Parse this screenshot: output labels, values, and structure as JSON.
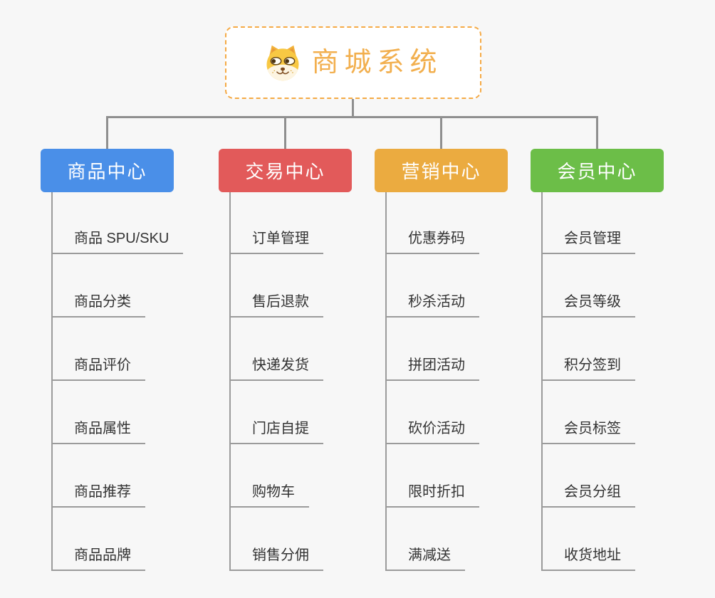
{
  "root": {
    "title": "商城系统",
    "icon": "doge-face-icon"
  },
  "branches": [
    {
      "label": "商品中心",
      "color": "#4a8fe8",
      "items": [
        "商品 SPU/SKU",
        "商品分类",
        "商品评价",
        "商品属性",
        "商品推荐",
        "商品品牌"
      ]
    },
    {
      "label": "交易中心",
      "color": "#e25a5a",
      "items": [
        "订单管理",
        "售后退款",
        "快递发货",
        "门店自提",
        "购物车",
        "销售分佣"
      ]
    },
    {
      "label": "营销中心",
      "color": "#ebab40",
      "items": [
        "优惠券码",
        "秒杀活动",
        "拼团活动",
        "砍价活动",
        "限时折扣",
        "满减送"
      ]
    },
    {
      "label": "会员中心",
      "color": "#6cbe48",
      "items": [
        "会员管理",
        "会员等级",
        "积分签到",
        "会员标签",
        "会员分组",
        "收货地址"
      ]
    }
  ],
  "colors": {
    "background": "#f7f7f7",
    "connector": "#8f8f8f",
    "leaf_line": "#9b9b9b",
    "root_border": "#f5aa45",
    "root_text": "#f2af4e",
    "leaf_text": "#333333"
  }
}
